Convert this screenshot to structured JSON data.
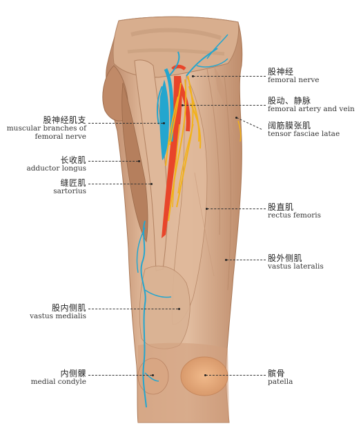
{
  "colors": {
    "muscle_light": "#dcb394",
    "muscle_mid": "#c8926f",
    "muscle_dark": "#9c6a4c",
    "nerve": "#f2b21b",
    "artery": "#e8452a",
    "vein": "#23a6cf",
    "patella": "#e8a778"
  },
  "labels": {
    "femoral_nerve": {
      "zh": "股神经",
      "en": "femoral nerve"
    },
    "femoral_vessels": {
      "zh": "股动、静脉",
      "en": "femoral artery and vein"
    },
    "tensor": {
      "zh": "阔筋膜张肌",
      "en": "tensor fasciae latae"
    },
    "muscular_branches": {
      "zh": "股神经肌支",
      "en": "muscular branches of",
      "en2": "femoral nerve"
    },
    "adductor_longus": {
      "zh": "长收肌",
      "en": "adductor longus"
    },
    "sartorius": {
      "zh": "缝匠肌",
      "en": "sartorius"
    },
    "rectus_femoris": {
      "zh": "股直肌",
      "en": "rectus femoris"
    },
    "vastus_lateralis": {
      "zh": "股外侧肌",
      "en": "vastus lateralis"
    },
    "vastus_medialis": {
      "zh": "股内侧肌",
      "en": "vastus medialis"
    },
    "medial_condyle": {
      "zh": "内侧髁",
      "en": "medial condyle"
    },
    "patella": {
      "zh": "髌骨",
      "en": "patella"
    }
  }
}
